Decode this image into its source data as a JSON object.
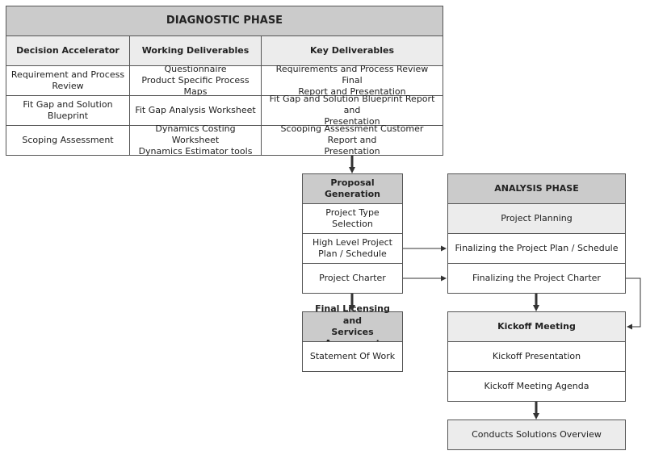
{
  "diagnostic": {
    "title": "DIAGNOSTIC PHASE",
    "headers": [
      "Decision Accelerator",
      "Working Deliverables",
      "Key Deliverables"
    ],
    "rows": [
      [
        "Requirement and Process\nReview",
        "Questionnaire\nProduct Specific Process Maps",
        "Requirements and Process Review Final\nReport and Presentation"
      ],
      [
        "Fit Gap and Solution Blueprint",
        "Fit Gap Analysis Worksheet",
        "Fit Gap and Solution Blueprint Report and\nPresentation"
      ],
      [
        "Scoping Assessment",
        "Dynamics Costing Worksheet\nDynamics Estimator tools",
        "Scooping Assessment Customer Report and\nPresentation"
      ]
    ]
  },
  "proposal": {
    "title": "Proposal Generation",
    "items": [
      "Project Type Selection",
      "High Level Project\nPlan / Schedule",
      "Project Charter"
    ]
  },
  "licensing": {
    "title": "Final Licensing and\nServices Agreement",
    "items": [
      "Statement Of Work"
    ]
  },
  "analysis": {
    "title": "ANALYSIS PHASE",
    "items": [
      "Project Planning",
      "Finalizing the Project Plan / Schedule",
      "Finalizing the Project Charter"
    ]
  },
  "kickoff": {
    "title": "Kickoff Meeting",
    "items": [
      "Kickoff Presentation",
      "Kickoff Meeting Agenda"
    ]
  },
  "solutions": {
    "title": "Conducts Solutions Overview"
  }
}
